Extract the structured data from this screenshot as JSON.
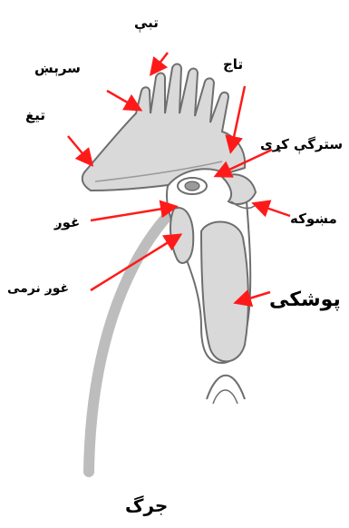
{
  "labels": {
    "tip": "تبې",
    "crest_lobe": "سرېښ",
    "comb_base": "تيغ",
    "crown": "تاج",
    "eye_side": "سترگې کړی",
    "beak": "مښوکه",
    "ear": "غوږ",
    "earlobe": "غوږ نرمی",
    "wattle": "پوشکی",
    "body": "جرگ"
  },
  "colors": {
    "arrow": "#ff1a1a",
    "fill": "#d9d9d9",
    "stroke": "#6e6e6e",
    "neck": "#bdbdbd"
  }
}
